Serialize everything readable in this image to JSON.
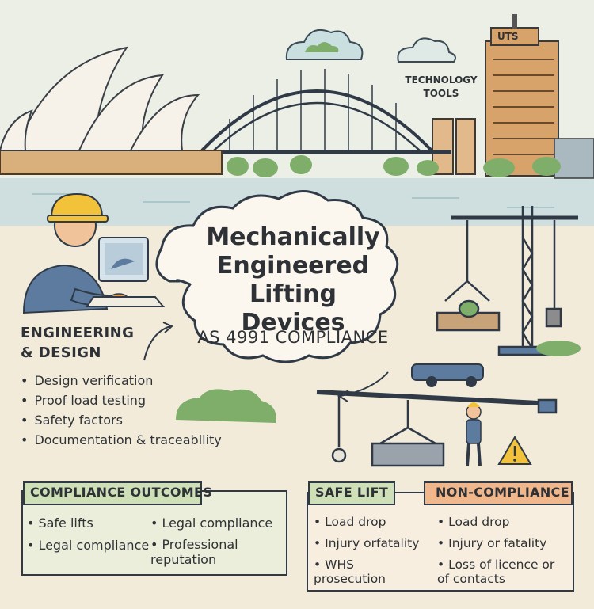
{
  "title": {
    "line1": "Mechanically",
    "line2": "Engineered Lifting",
    "line3": "Devices",
    "subtitle": "AS 4991 COMPLIANCE"
  },
  "skyline": {
    "tower_sign": "UTS",
    "tech_line1": "TECHNOLOGY",
    "tech_line2": "TOOLS"
  },
  "engineering": {
    "title_line1": "ENGINEERING",
    "title_line2": "& DESIGN",
    "items": [
      "Design verification",
      "Proof load testing",
      "Safety factors",
      "Documentation & traceabllity"
    ]
  },
  "compliance_outcomes": {
    "title": "COMPLIANCE OUTCOMES",
    "left": [
      "Safe lifts",
      "Legal compliance"
    ],
    "right": [
      "Legal compliance",
      "Professional reputation"
    ]
  },
  "safe_lift": {
    "title": "SAFE LIFT",
    "items": [
      "Load drop",
      "Injury orfatality",
      "WHS prosecution"
    ]
  },
  "non_compliance": {
    "title": "NON-COMPLIANCE",
    "items": [
      "Load drop",
      "Injury or fatality",
      "Loss of licence or of contacts"
    ]
  },
  "colors": {
    "sky": "#e9efe9",
    "water": "#cfdfe0",
    "green_header": "#cfe0b8",
    "orange_header": "#f0b68c",
    "safe_box": "#f7eee0",
    "outcome_box": "#e8eed7"
  },
  "icons": [
    "worker-icon",
    "computer-icon",
    "crane-icon",
    "truck-icon",
    "warning-icon",
    "cloud-icon",
    "bridge-icon",
    "opera-house-icon"
  ]
}
